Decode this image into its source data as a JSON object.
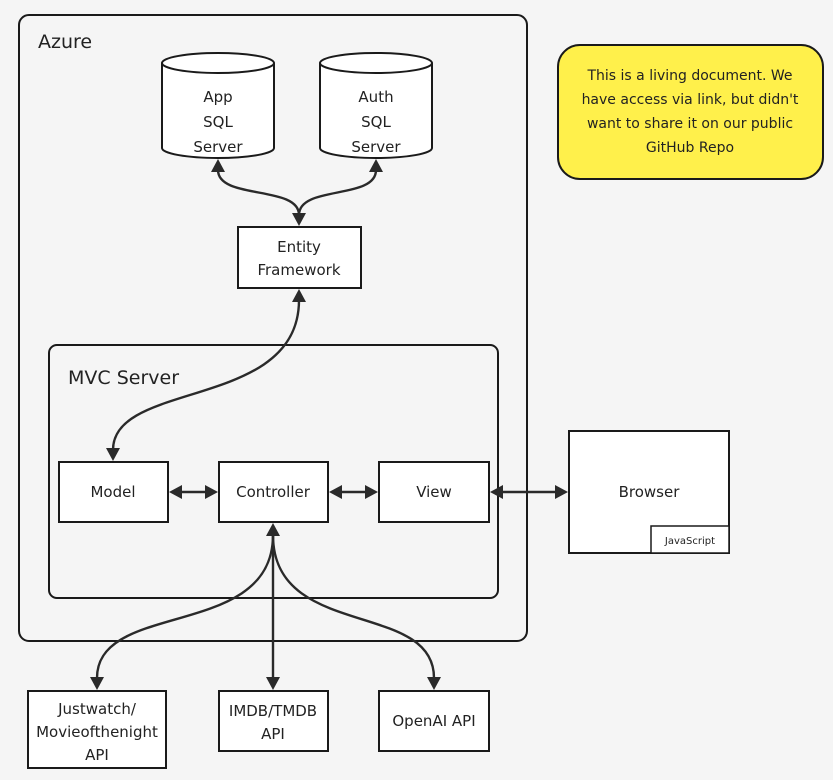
{
  "azure": {
    "title": "Azure"
  },
  "mvc": {
    "title": "MVC Server"
  },
  "databases": {
    "app": [
      "App",
      "SQL",
      "Server"
    ],
    "auth": [
      "Auth",
      "SQL",
      "Server"
    ]
  },
  "entity_framework": [
    "Entity",
    "Framework"
  ],
  "components": {
    "model": "Model",
    "controller": "Controller",
    "view": "View"
  },
  "browser": {
    "label": "Browser",
    "badge": "JavaScript"
  },
  "external_apis": {
    "justwatch": [
      "Justwatch/",
      "Movieofthenight",
      "API"
    ],
    "imdb": [
      "IMDB/TMDB",
      "API"
    ],
    "openai": "OpenAI API"
  },
  "note": {
    "lines": [
      "This is a living document. We",
      "have access via link, but didn't",
      "want to share it on our public",
      "GitHub Repo"
    ],
    "color": "#fff04b"
  }
}
